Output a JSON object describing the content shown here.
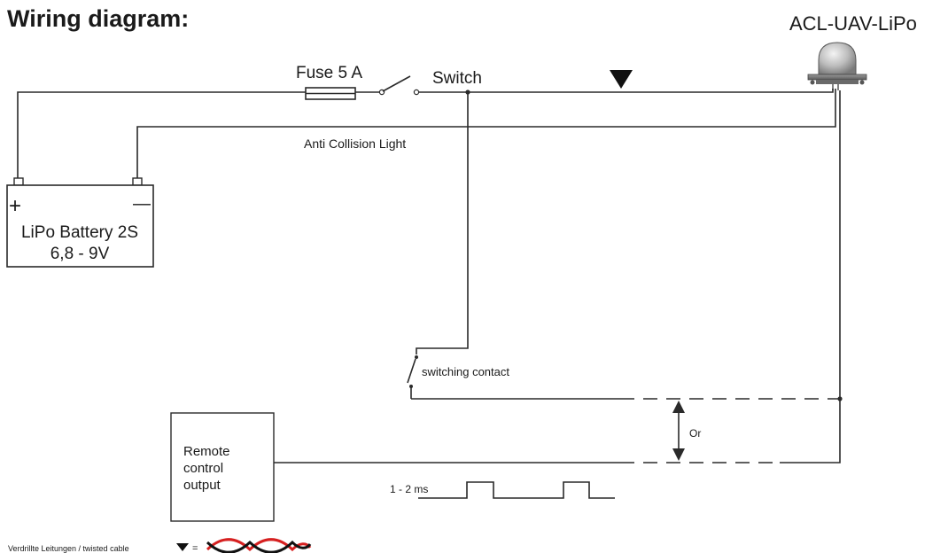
{
  "title": "Wiring diagram:",
  "device_label": "ACL-UAV-LiPo",
  "fuse_label": "Fuse 5 A",
  "switch_label": "Switch",
  "anti_collision_label": "Anti Collision Light",
  "battery": {
    "plus": "+",
    "minus": "—",
    "name": "LiPo Battery 2S",
    "voltage": "6,8 - 9V"
  },
  "switching_contact_label": "switching contact",
  "or_label": "Or",
  "remote": {
    "line1": "Remote",
    "line2": "control",
    "line3": "output"
  },
  "pulse_label": "1 - 2 ms",
  "legend": {
    "text": "Verdrillte Leitungen / twisted cable",
    "equals": "=",
    "colors": [
      "#d62020",
      "#111111"
    ]
  },
  "colors": {
    "wire": "#2a2a2a",
    "light_dome": "#c8c8c8"
  }
}
